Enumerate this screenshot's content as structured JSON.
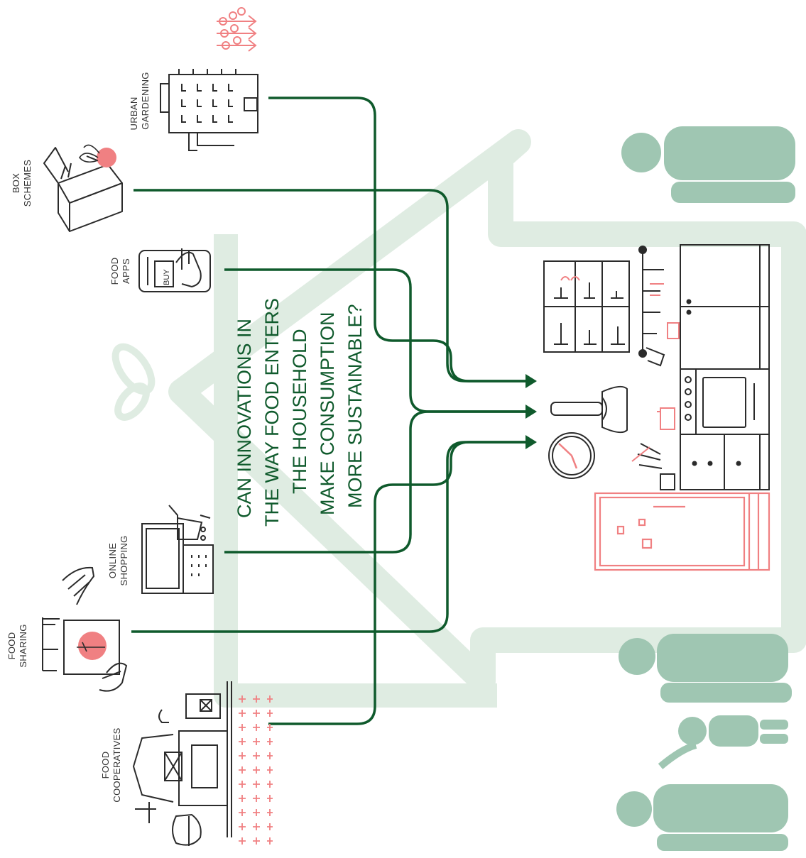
{
  "colors": {
    "flow": "#0f5a2c",
    "accent": "#f08082",
    "light_green": "#d8e8dc",
    "people": "#9fc6b2",
    "ink": "#2b2b2b"
  },
  "question": [
    "CAN INNOVATIONS IN",
    "THE WAY  FOOD ENTERS",
    "THE HOUSEHOLD",
    "MAKE CONSUMPTION",
    "MORE SUSTAINABLE?"
  ],
  "innovations": {
    "urban_gardening": [
      "URBAN",
      "GARDENING"
    ],
    "box_schemes": [
      "BOX",
      "SCHEMES"
    ],
    "food_apps": [
      "FOOD",
      "APPS"
    ],
    "online_shopping": [
      "ONLINE",
      "SHOPPING"
    ],
    "food_sharing": [
      "FOOD",
      "SHARING"
    ],
    "food_cooperatives": [
      "FOOD",
      "COOPERATIVES"
    ]
  },
  "phone_screen": "BUY",
  "icons": [
    "house-arrow-icon",
    "leaf-icon",
    "people-icon",
    "family-icon",
    "kitchen-icon",
    "clock-icon",
    "lamp-icon",
    "fridge-icon",
    "building-icon",
    "box-icon",
    "phone-icon",
    "laptop-icon",
    "hands-icon",
    "barn-icon"
  ]
}
